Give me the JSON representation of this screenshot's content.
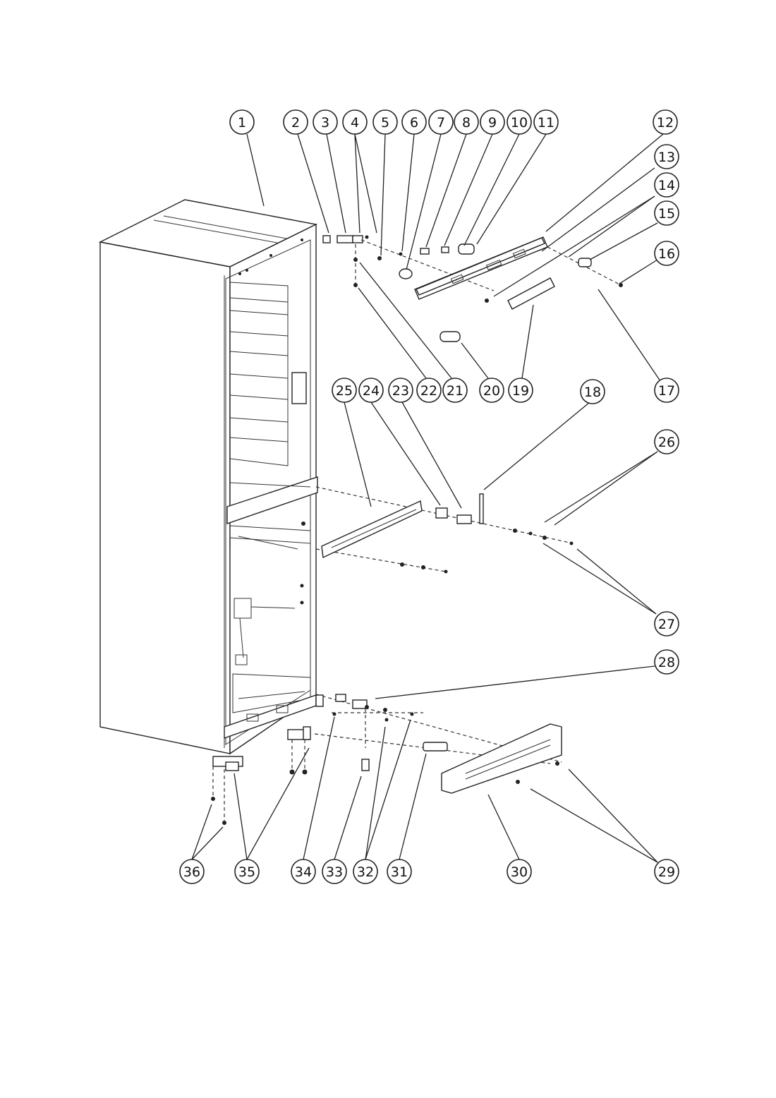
{
  "diagram": {
    "callouts": [
      {
        "id": "1",
        "label": "1"
      },
      {
        "id": "2",
        "label": "2"
      },
      {
        "id": "3",
        "label": "3"
      },
      {
        "id": "4",
        "label": "4"
      },
      {
        "id": "5",
        "label": "5"
      },
      {
        "id": "6",
        "label": "6"
      },
      {
        "id": "7",
        "label": "7"
      },
      {
        "id": "8",
        "label": "8"
      },
      {
        "id": "9",
        "label": "9"
      },
      {
        "id": "10",
        "label": "10"
      },
      {
        "id": "11",
        "label": "11"
      },
      {
        "id": "12",
        "label": "12"
      },
      {
        "id": "13",
        "label": "13"
      },
      {
        "id": "14",
        "label": "14"
      },
      {
        "id": "15",
        "label": "15"
      },
      {
        "id": "16",
        "label": "16"
      },
      {
        "id": "17",
        "label": "17"
      },
      {
        "id": "18",
        "label": "18"
      },
      {
        "id": "19",
        "label": "19"
      },
      {
        "id": "20",
        "label": "20"
      },
      {
        "id": "21",
        "label": "21"
      },
      {
        "id": "22",
        "label": "22"
      },
      {
        "id": "23",
        "label": "23"
      },
      {
        "id": "24",
        "label": "24"
      },
      {
        "id": "25",
        "label": "25"
      },
      {
        "id": "26",
        "label": "26"
      },
      {
        "id": "27",
        "label": "27"
      },
      {
        "id": "28",
        "label": "28"
      },
      {
        "id": "29",
        "label": "29"
      },
      {
        "id": "30",
        "label": "30"
      },
      {
        "id": "31",
        "label": "31"
      },
      {
        "id": "32",
        "label": "32"
      },
      {
        "id": "33",
        "label": "33"
      },
      {
        "id": "34",
        "label": "34"
      },
      {
        "id": "35",
        "label": "35"
      },
      {
        "id": "36",
        "label": "36"
      }
    ]
  }
}
